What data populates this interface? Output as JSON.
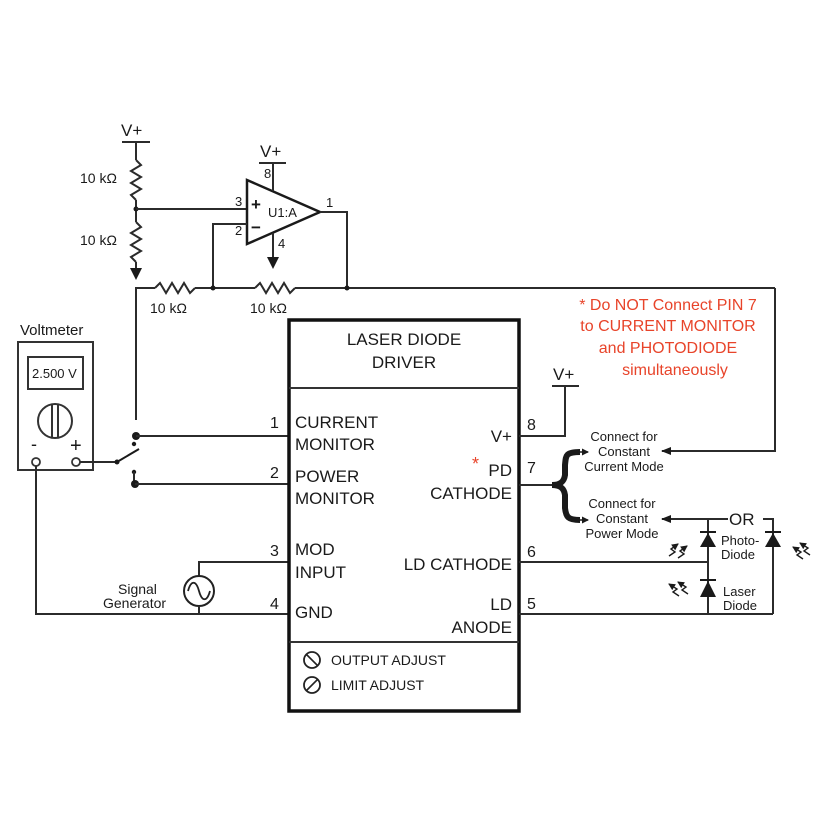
{
  "resistors": {
    "r_top": "10 kΩ",
    "r_bottom": "10 kΩ",
    "r_input": "10 kΩ",
    "r_feedback": "10 kΩ"
  },
  "supply_label": "V+",
  "opamp": {
    "name": "U1:A",
    "pin_plus": "3",
    "pin_minus": "2",
    "pin_out": "1",
    "pin_vplus": "8",
    "pin_gnd": "4",
    "plus_sign": "+",
    "minus_sign": "−"
  },
  "voltmeter": {
    "title": "Voltmeter",
    "reading": "2.500 V",
    "neg": "-",
    "pos": "+"
  },
  "driver": {
    "title_line1": "LASER DIODE",
    "title_line2": "DRIVER",
    "left_pins": [
      {
        "num": "1",
        "line1": "CURRENT",
        "line2": "MONITOR"
      },
      {
        "num": "2",
        "line1": "POWER",
        "line2": "MONITOR"
      },
      {
        "num": "3",
        "line1": "MOD",
        "line2": "INPUT"
      },
      {
        "num": "4",
        "line1": "GND",
        "line2": ""
      }
    ],
    "right_pins": [
      {
        "num": "8",
        "line1": "V+",
        "line2": ""
      },
      {
        "num": "7",
        "line1": "PD",
        "line2": "CATHODE",
        "mark": "*"
      },
      {
        "num": "6",
        "line1": "LD CATHODE",
        "line2": ""
      },
      {
        "num": "5",
        "line1": "LD",
        "line2": "ANODE"
      }
    ],
    "adjust": [
      {
        "icon": "trim-pot-icon",
        "label": "OUTPUT ADJUST"
      },
      {
        "icon": "trim-pot-icon",
        "label": "LIMIT ADJUST"
      }
    ]
  },
  "signal_generator": {
    "line1": "Signal",
    "line2": "Generator"
  },
  "warning_note": {
    "lines": [
      "* Do NOT Connect PIN 7",
      "to CURRENT MONITOR",
      "and PHOTODIODE",
      "simultaneously"
    ],
    "color": "#e8442a"
  },
  "mode_labels": {
    "current": [
      "Connect for",
      "Constant",
      "Current Mode"
    ],
    "power": [
      "Connect for",
      "Constant",
      "Power Mode"
    ]
  },
  "diodes": {
    "or_label": "OR",
    "photodiode": [
      "Photo-",
      "Diode"
    ],
    "laser": [
      "Laser",
      "Diode"
    ]
  }
}
